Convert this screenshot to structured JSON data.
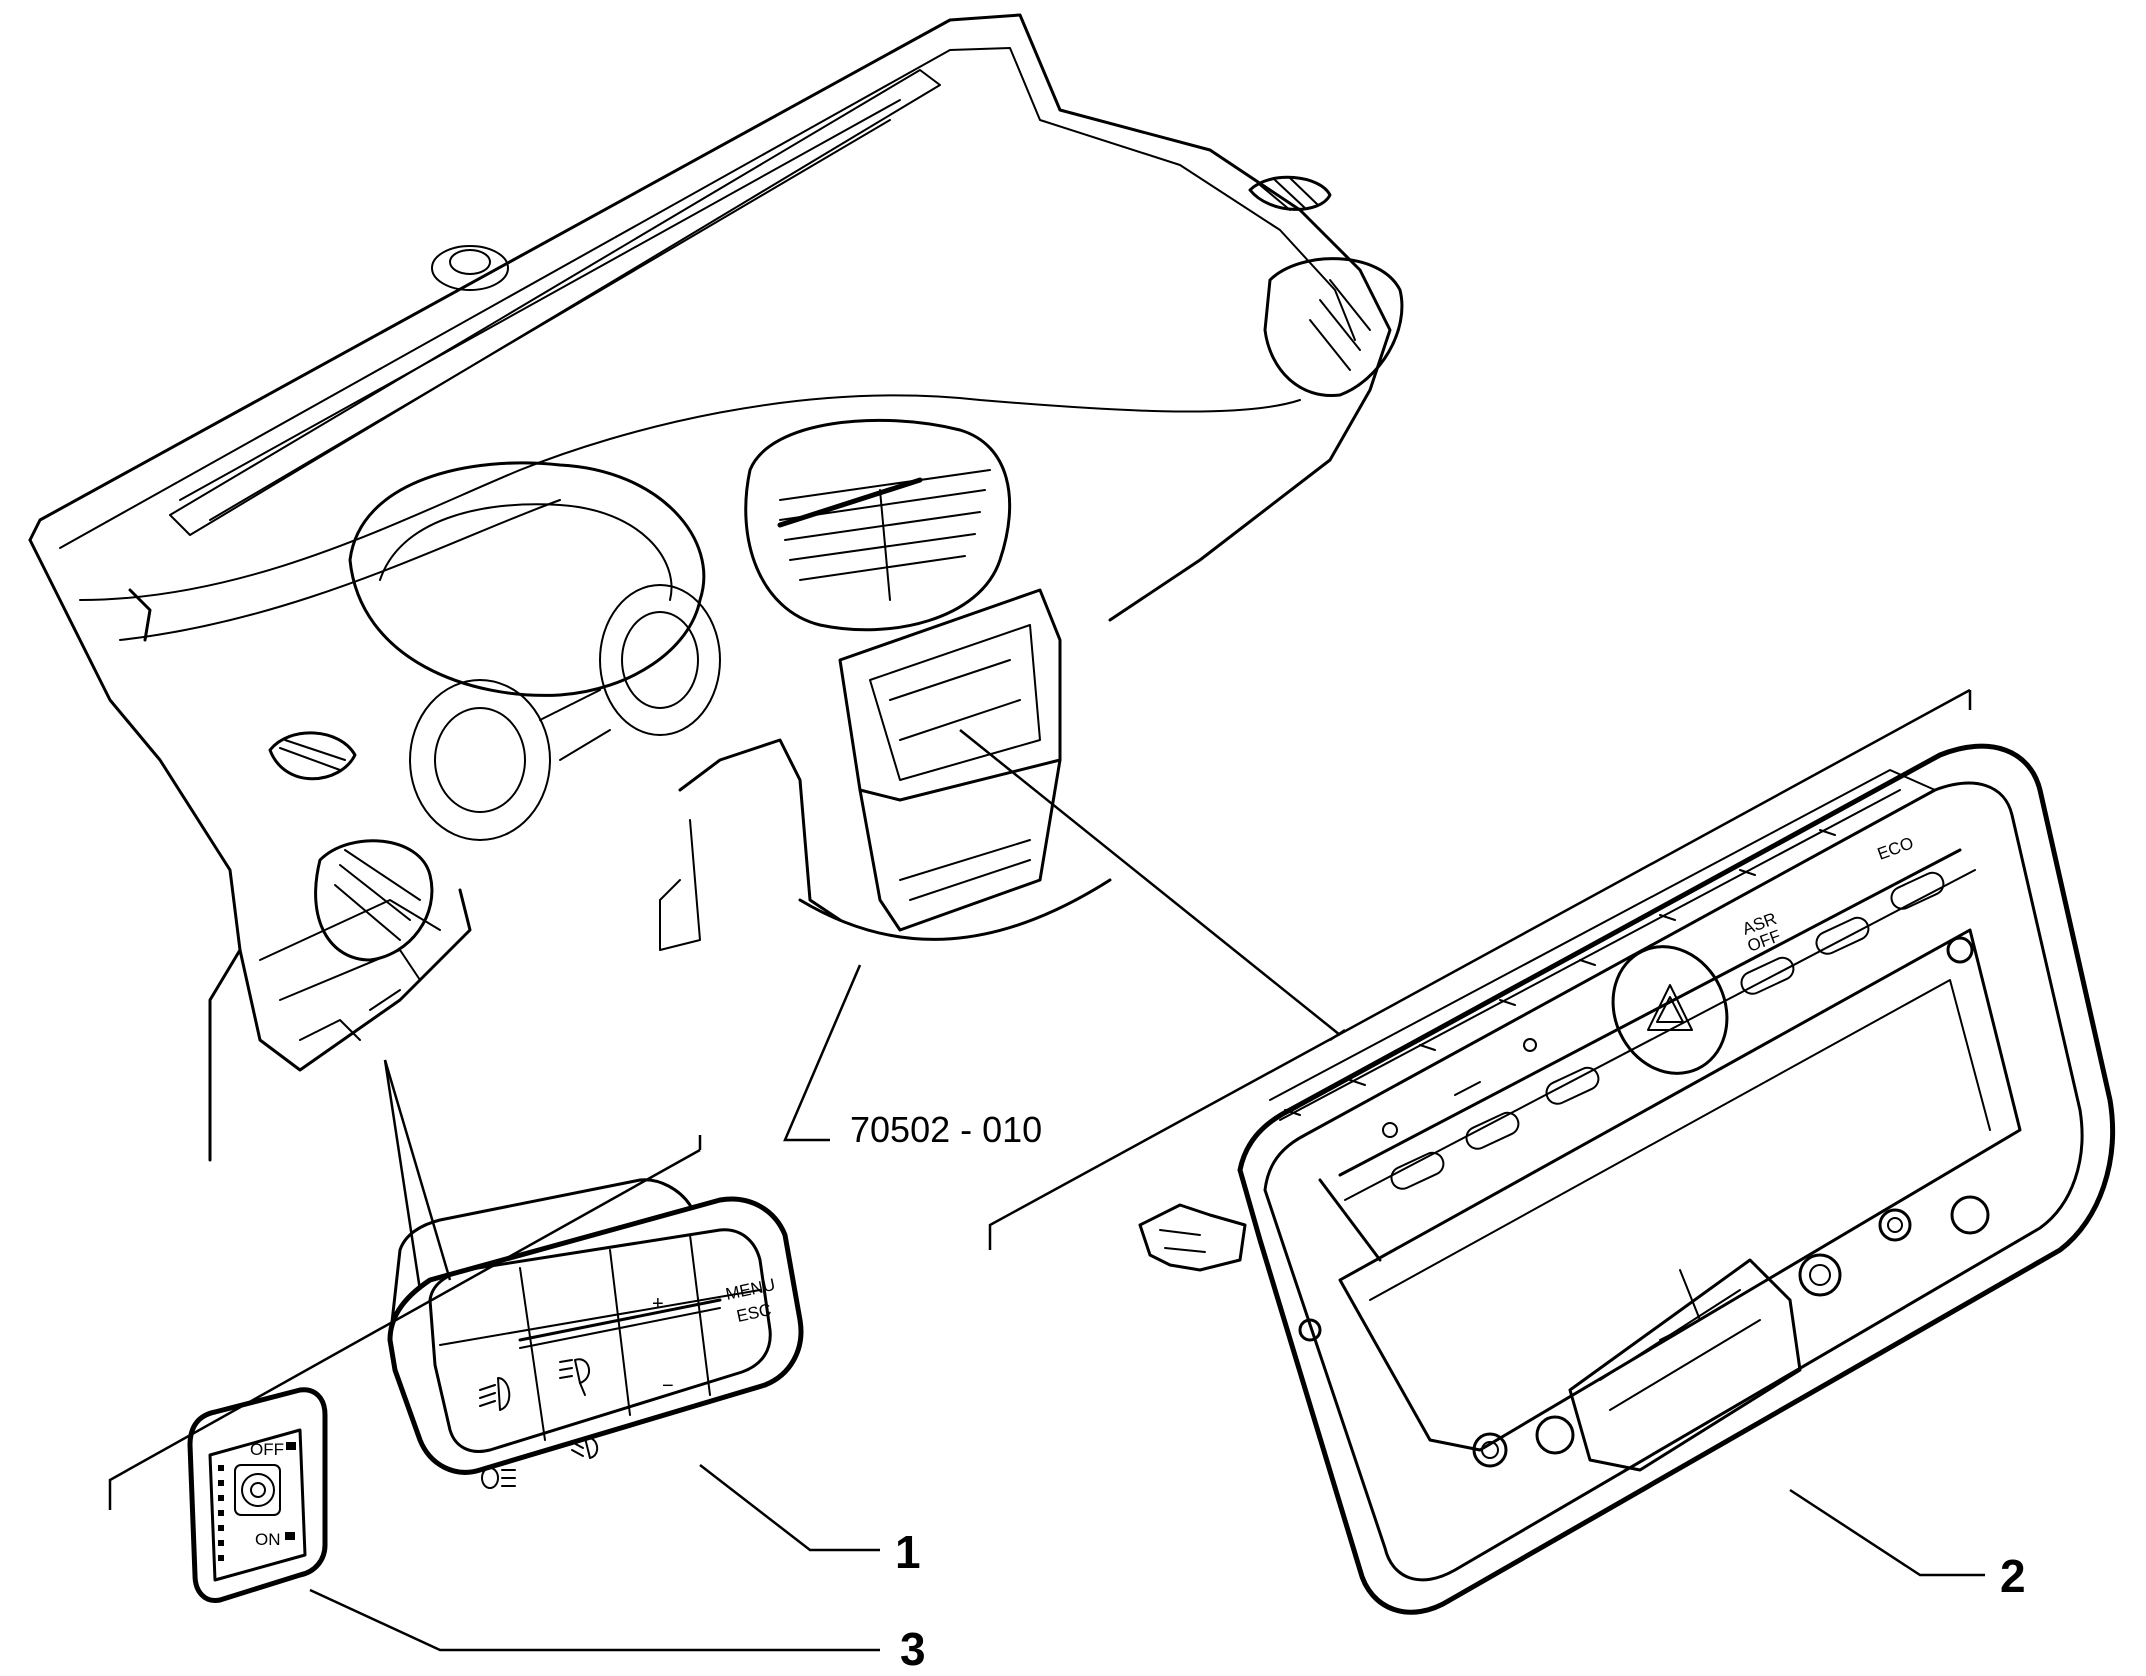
{
  "reference_code": "70502 - 010",
  "callouts": [
    {
      "id": "1",
      "label": "1"
    },
    {
      "id": "2",
      "label": "2"
    },
    {
      "id": "3",
      "label": "3"
    }
  ],
  "part1_labels": {
    "menu": "MENU",
    "esc": "ESC",
    "plus": "+",
    "minus": "−"
  },
  "part2_labels": {
    "eco": "ECO",
    "asr": "ASR",
    "off": "OFF"
  },
  "part3_labels": {
    "off": "OFF",
    "on": "ON"
  }
}
